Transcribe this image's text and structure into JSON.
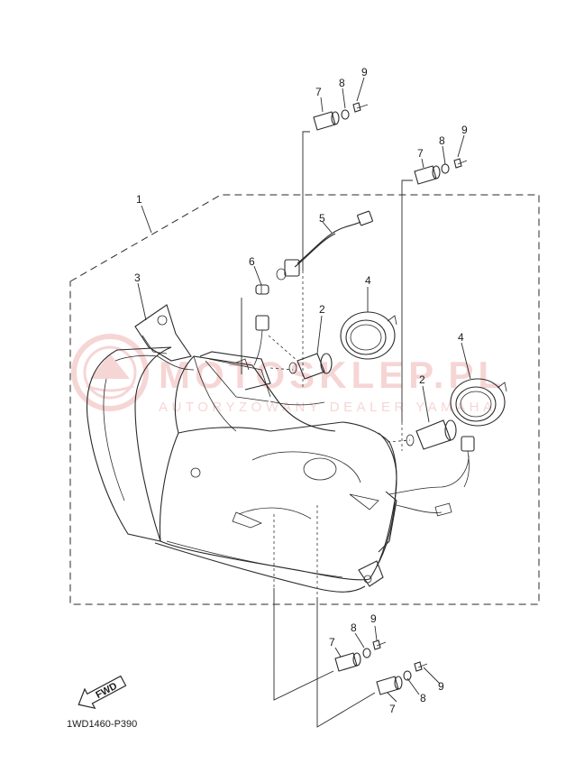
{
  "diagram": {
    "part_code": "1WD1460-P390",
    "fwd_label": "FWD",
    "callouts": [
      {
        "id": "c1",
        "text": "1"
      },
      {
        "id": "c2a",
        "text": "2"
      },
      {
        "id": "c2b",
        "text": "2"
      },
      {
        "id": "c3",
        "text": "3"
      },
      {
        "id": "c4a",
        "text": "4"
      },
      {
        "id": "c4b",
        "text": "4"
      },
      {
        "id": "c5",
        "text": "5"
      },
      {
        "id": "c6",
        "text": "6"
      },
      {
        "id": "c7a",
        "text": "7"
      },
      {
        "id": "c8a",
        "text": "8"
      },
      {
        "id": "c9a",
        "text": "9"
      },
      {
        "id": "c7b",
        "text": "7"
      },
      {
        "id": "c8b",
        "text": "8"
      },
      {
        "id": "c9b",
        "text": "9"
      },
      {
        "id": "c7c",
        "text": "7"
      },
      {
        "id": "c8c",
        "text": "8"
      },
      {
        "id": "c9c",
        "text": "9"
      },
      {
        "id": "c7d",
        "text": "7"
      },
      {
        "id": "c8d",
        "text": "8"
      },
      {
        "id": "c9d",
        "text": "9"
      }
    ]
  },
  "watermark": {
    "brand": "MOTOSKLEP.PL",
    "tagline": "AUTORYZOWANY DEALER YAMAHA",
    "color": "#e88a8a"
  }
}
